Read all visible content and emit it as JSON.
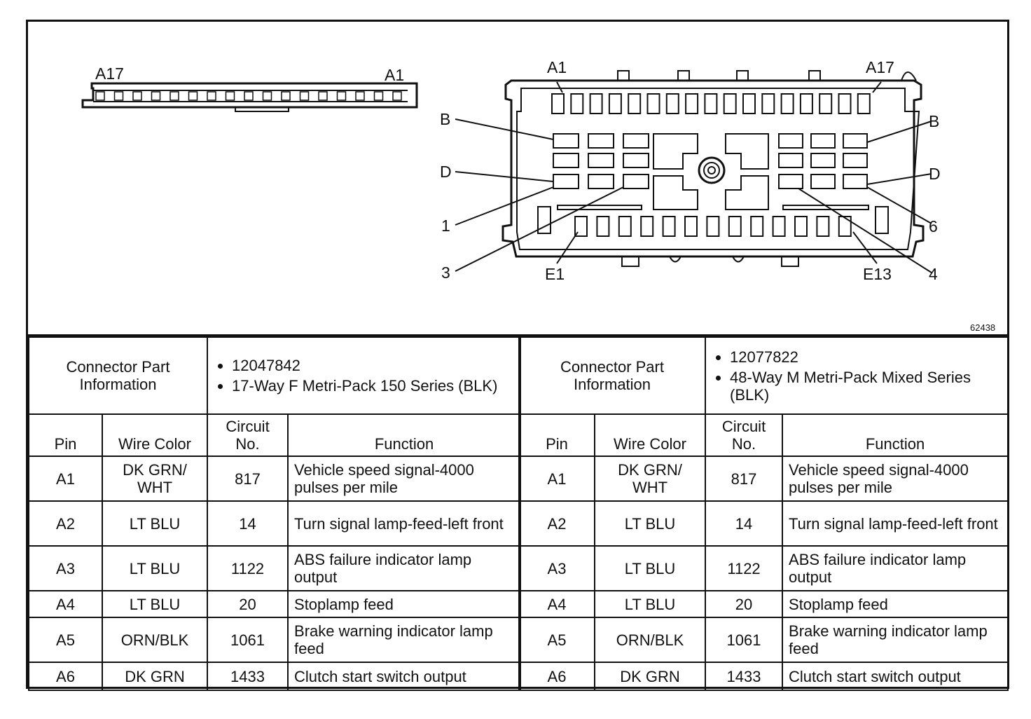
{
  "figure_id": "62438",
  "diagram": {
    "left_connector": {
      "label_left": "A17",
      "label_right": "A1"
    },
    "right_connector": {
      "labels": {
        "a1": "A1",
        "a17": "A17",
        "b_left": "B",
        "b_right": "B",
        "d_left": "D",
        "d_right": "D",
        "one": "1",
        "three": "3",
        "four": "4",
        "six": "6",
        "e1": "E1",
        "e13": "E13"
      }
    }
  },
  "tables": [
    {
      "info_label": "Connector Part Information",
      "part_info": [
        "12047842",
        "17-Way F Metri-Pack 150 Series (BLK)"
      ],
      "headers": {
        "pin": "Pin",
        "wire_color": "Wire Color",
        "circuit": "Circuit No.",
        "function": "Function"
      },
      "rows": [
        {
          "pin": "A1",
          "wire": "DK GRN/ WHT",
          "circuit": "817",
          "function": "Vehicle speed signal-4000 pulses per mile"
        },
        {
          "pin": "A2",
          "wire": "LT BLU",
          "circuit": "14",
          "function": "Turn signal lamp-feed-left front"
        },
        {
          "pin": "A3",
          "wire": "LT BLU",
          "circuit": "1122",
          "function": "ABS failure indicator lamp output"
        },
        {
          "pin": "A4",
          "wire": "LT BLU",
          "circuit": "20",
          "function": "Stoplamp feed"
        },
        {
          "pin": "A5",
          "wire": "ORN/BLK",
          "circuit": "1061",
          "function": "Brake warning indicator lamp feed"
        },
        {
          "pin": "A6",
          "wire": "DK GRN",
          "circuit": "1433",
          "function": "Clutch start switch output"
        }
      ]
    },
    {
      "info_label": "Connector Part Information",
      "part_info": [
        "12077822",
        "48-Way M Metri-Pack Mixed Series (BLK)"
      ],
      "headers": {
        "pin": "Pin",
        "wire_color": "Wire Color",
        "circuit": "Circuit No.",
        "function": "Function"
      },
      "rows": [
        {
          "pin": "A1",
          "wire": "DK GRN/ WHT",
          "circuit": "817",
          "function": "Vehicle speed signal-4000 pulses per mile"
        },
        {
          "pin": "A2",
          "wire": "LT BLU",
          "circuit": "14",
          "function": "Turn signal lamp-feed-left front"
        },
        {
          "pin": "A3",
          "wire": "LT BLU",
          "circuit": "1122",
          "function": "ABS failure indicator lamp output"
        },
        {
          "pin": "A4",
          "wire": "LT BLU",
          "circuit": "20",
          "function": "Stoplamp feed"
        },
        {
          "pin": "A5",
          "wire": "ORN/BLK",
          "circuit": "1061",
          "function": "Brake warning indicator lamp feed"
        },
        {
          "pin": "A6",
          "wire": "DK GRN",
          "circuit": "1433",
          "function": "Clutch start switch output"
        }
      ]
    }
  ]
}
